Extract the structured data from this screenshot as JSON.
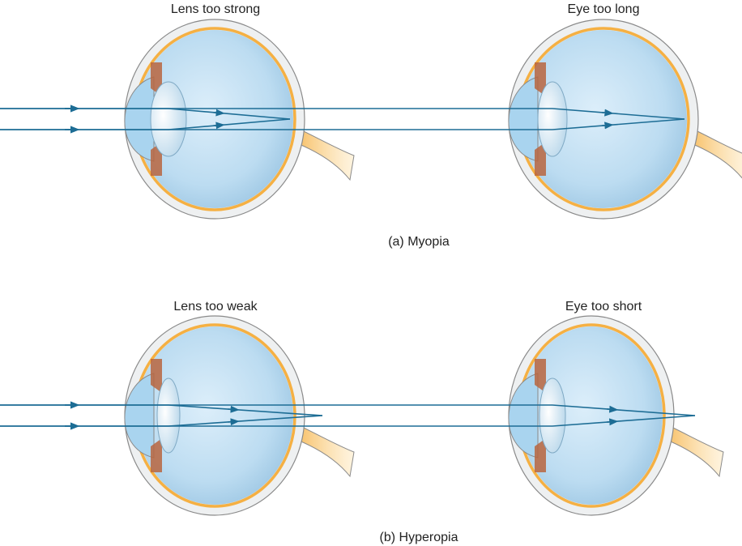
{
  "colors": {
    "ray": "#1d6d95",
    "sclera_fill": "#eef0f1",
    "sclera_stroke": "#8a8a8a",
    "retina": "#f5b043",
    "vitreous_center": "#dceefa",
    "vitreous_edge": "#9fc8e4",
    "cornea": "#a9d4ef",
    "lens_center": "#ffffff",
    "lens_edge": "#b7d6ea",
    "iris": "#b9653e",
    "nerve": "#f7c46b"
  },
  "panels": {
    "myopia_strong_lens": {
      "title": "Lens too strong",
      "condition": "myopia",
      "cause": "lens"
    },
    "myopia_long_eye": {
      "title": "Eye too long",
      "condition": "myopia",
      "cause": "eye-length"
    },
    "hyperopia_weak_lens": {
      "title": "Lens too weak",
      "condition": "hyperopia",
      "cause": "lens"
    },
    "hyperopia_short_eye": {
      "title": "Eye too short",
      "condition": "hyperopia",
      "cause": "eye-length"
    }
  },
  "captions": {
    "myopia": "(a) Myopia",
    "hyperopia": "(b) Hyperopia"
  }
}
